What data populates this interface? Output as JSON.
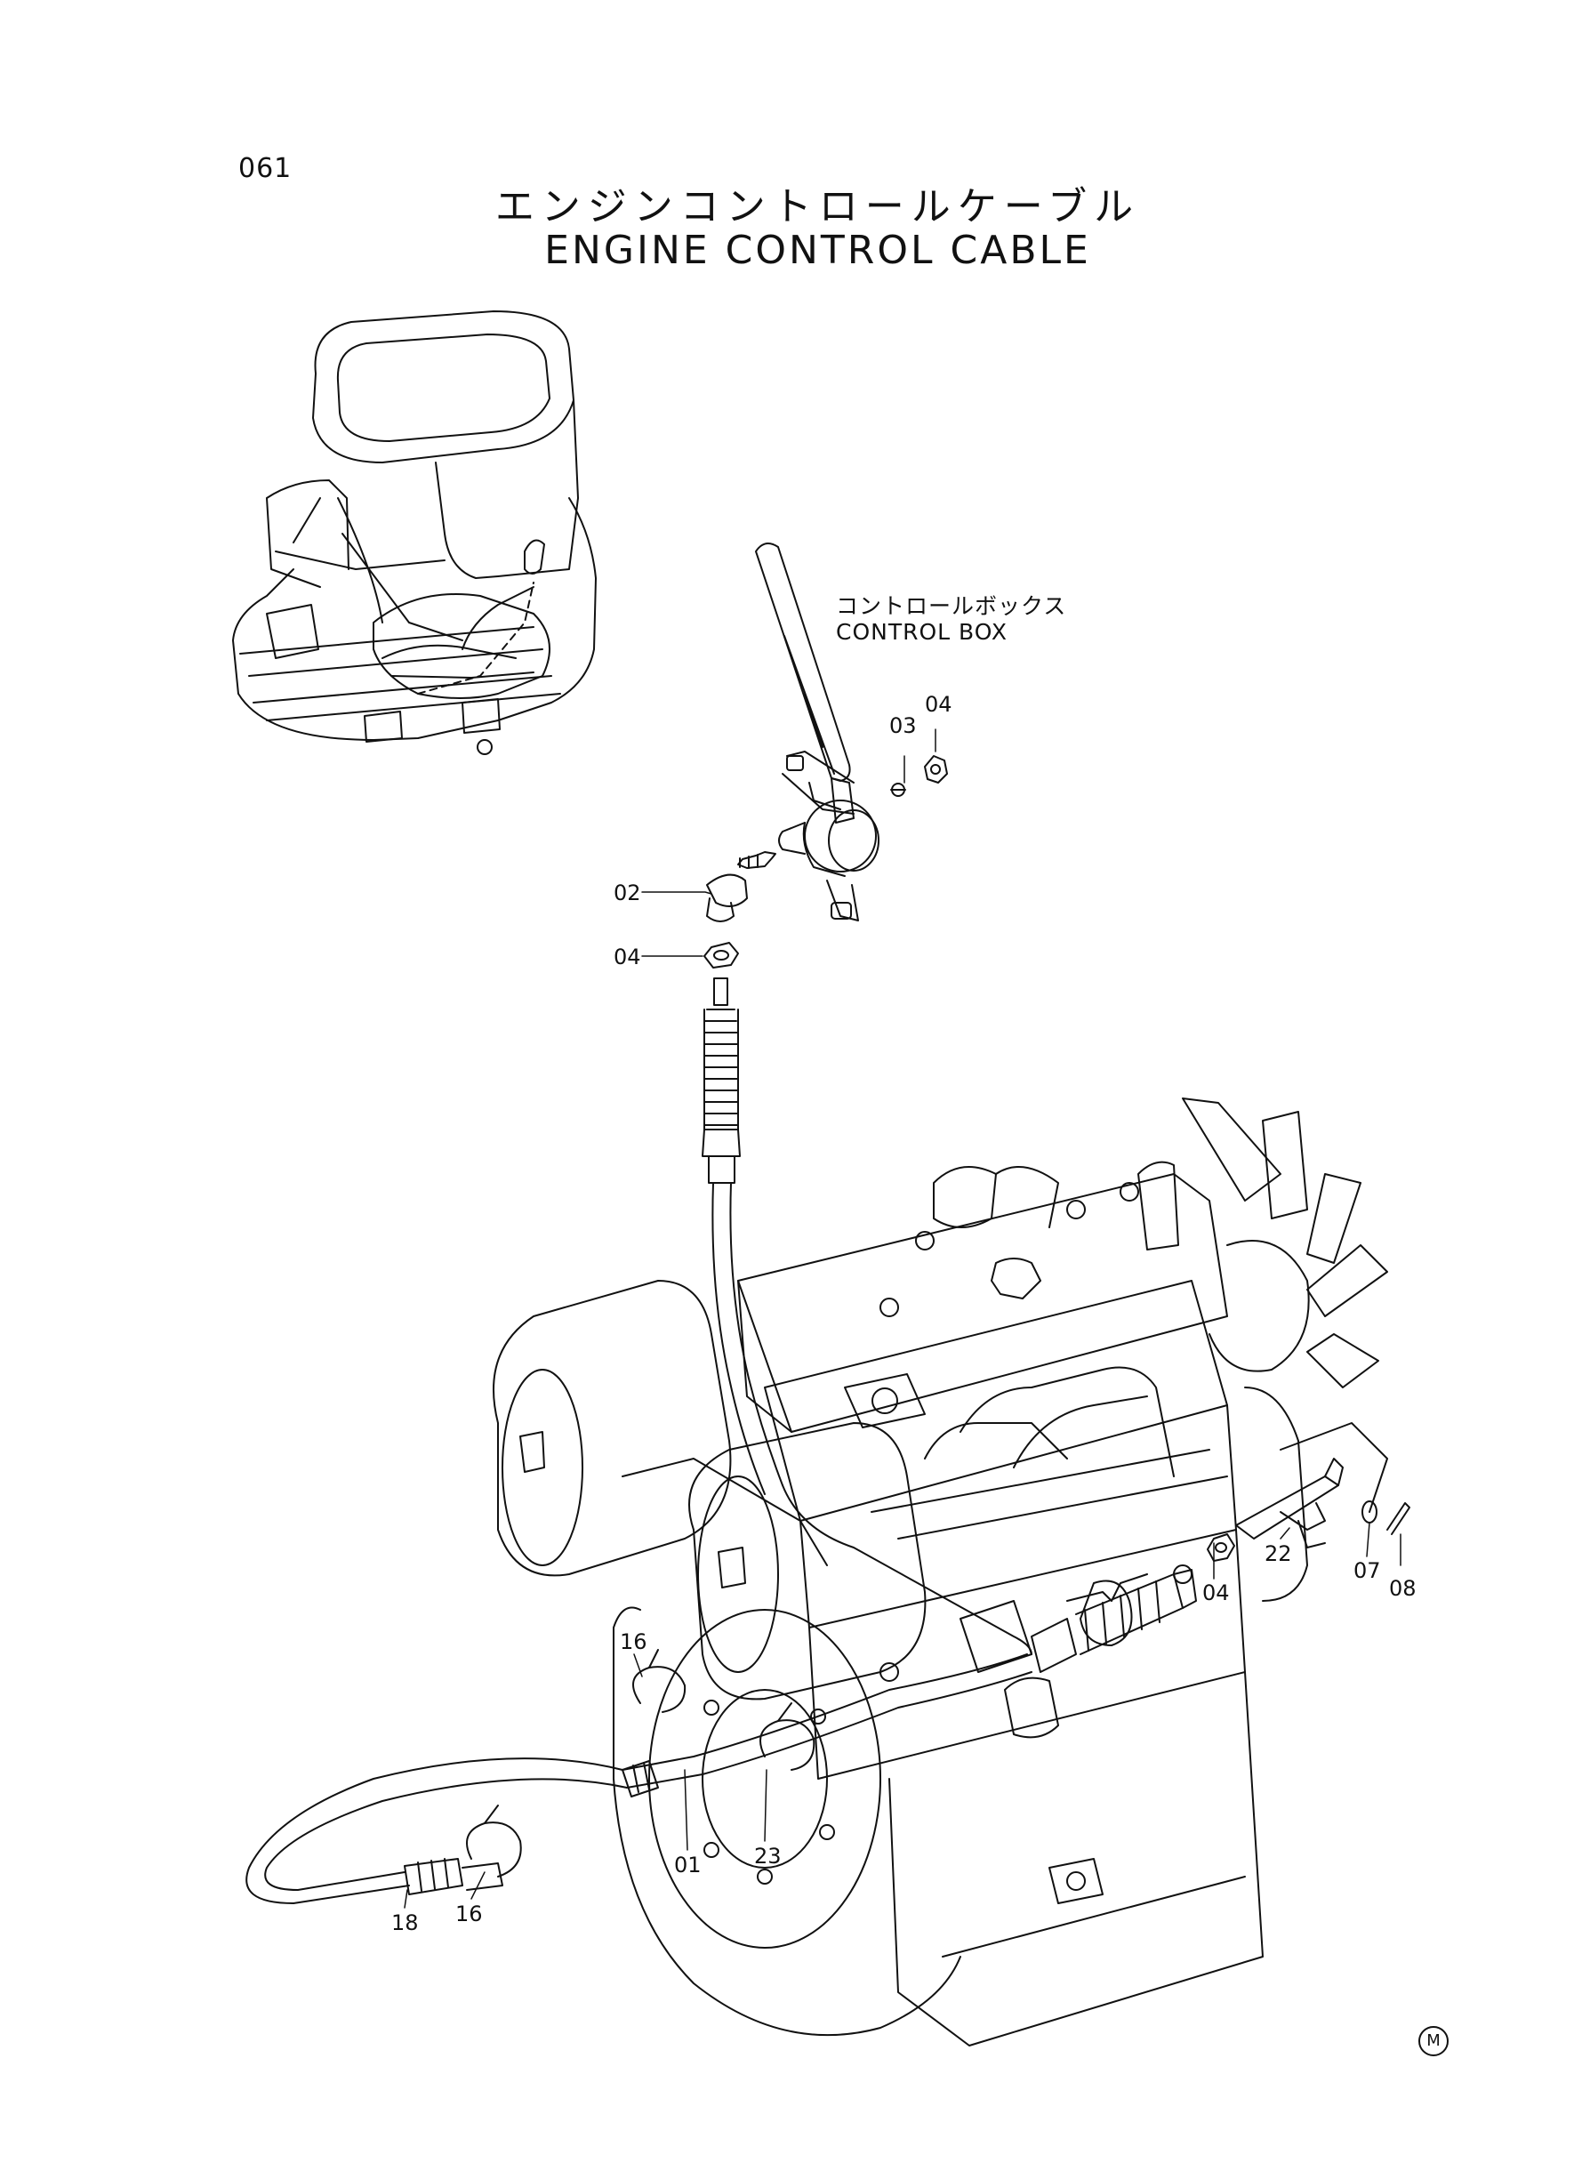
{
  "page_number": "061",
  "title_jp": "エンジンコントロールケーブル",
  "title_en": "ENGINE CONTROL CABLE",
  "control_box": {
    "label_jp": "コントロールボックス",
    "label_en": "CONTROL BOX"
  },
  "callouts": {
    "c03_top": "03",
    "c04_top": "04",
    "c02": "02",
    "c04_mid": "04",
    "c22": "22",
    "c04_right": "04",
    "c07": "07",
    "c08": "08",
    "c16_top": "16",
    "c01": "01",
    "c23": "23",
    "c18": "18",
    "c16_bottom": "16"
  },
  "mark": "M"
}
